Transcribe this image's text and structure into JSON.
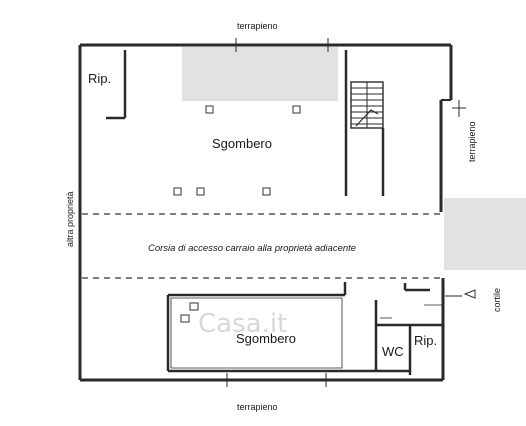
{
  "labels": {
    "top_edge": "terrapieno",
    "bottom_edge": "terrapieno",
    "right_edge": "terrapieno",
    "left_edge": "altra proprietà",
    "right_lower_edge": "cortile"
  },
  "rooms": {
    "ripostiglio_top": "Rip.",
    "sgombero_upper": "Sgombero",
    "corridor": "Corsia di accesso carraio alla proprietà adiacente",
    "sgombero_lower": "Sgombero",
    "wc": "WC",
    "ripostiglio_bottom": "Rip."
  },
  "watermark": "Casa.it",
  "colors": {
    "walls": "#2a2a2a",
    "background": "#ffffff",
    "redaction": "#e2e2e2"
  }
}
